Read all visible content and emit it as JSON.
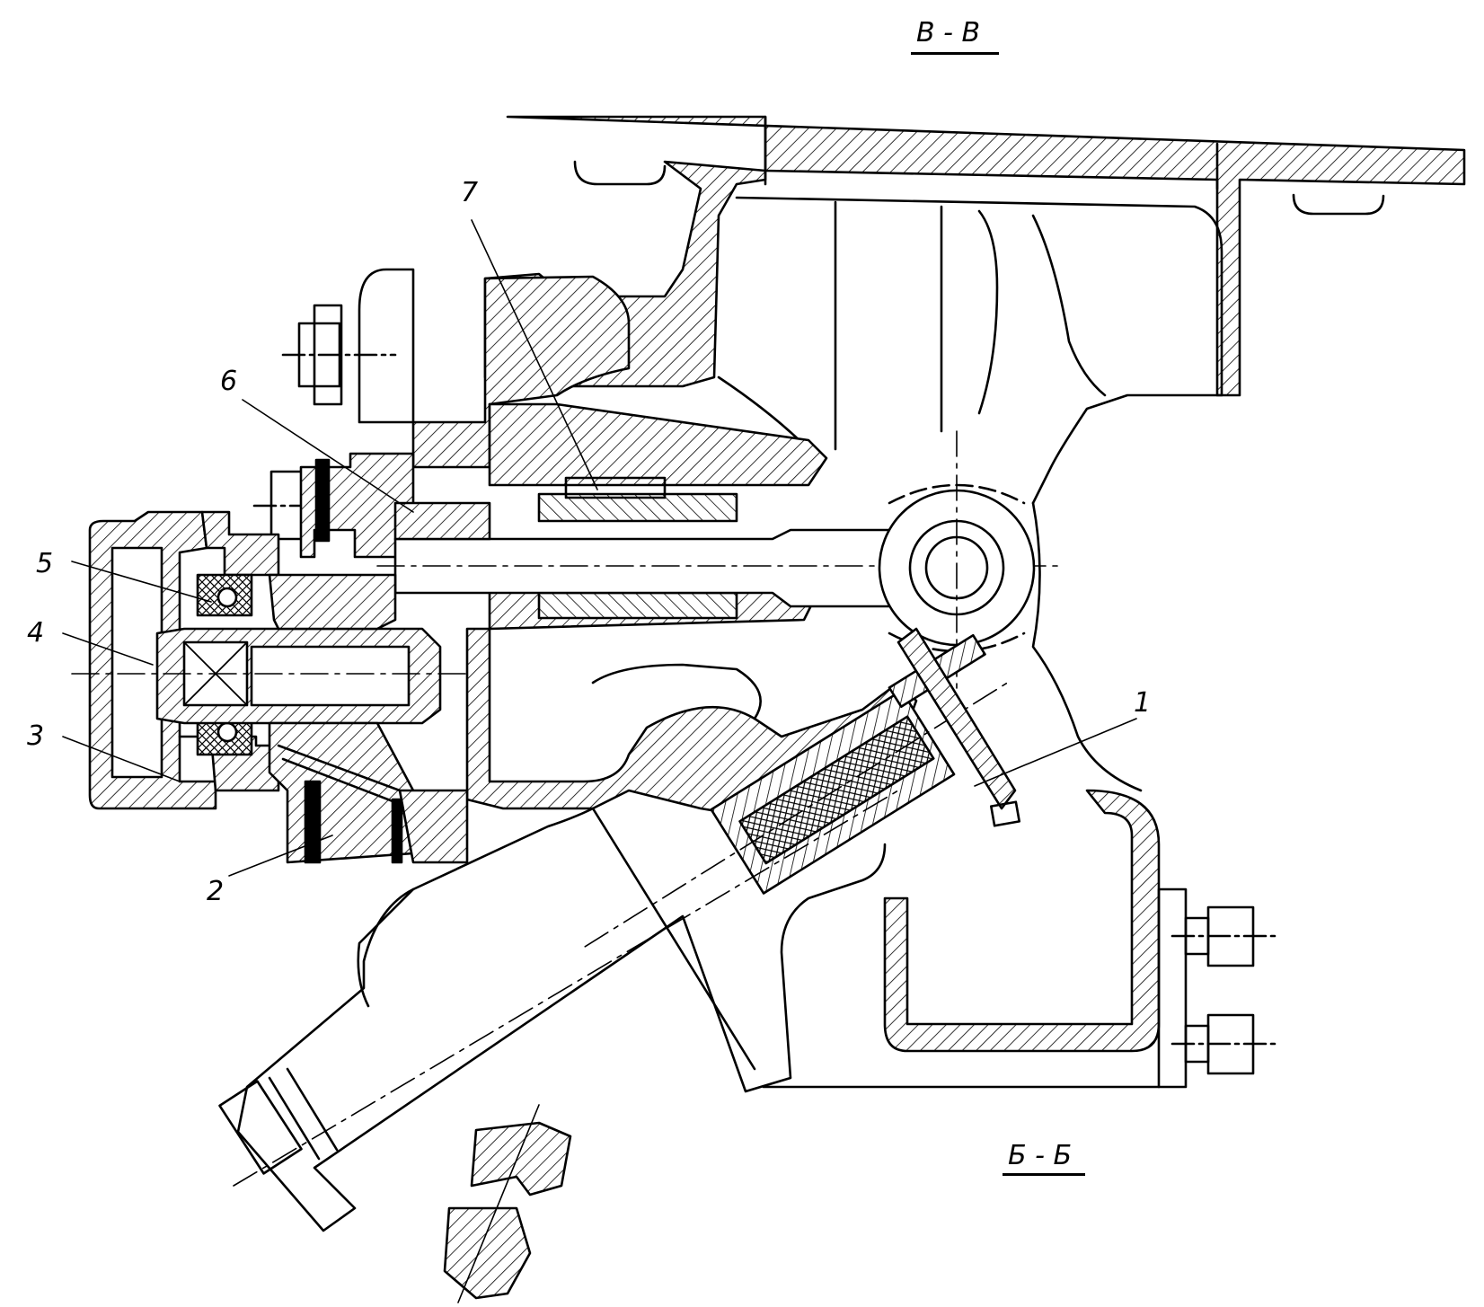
{
  "section_labels": {
    "top": "B - B",
    "bottom": "Б - Б"
  },
  "callouts": [
    "1",
    "2",
    "3",
    "4",
    "5",
    "6",
    "7"
  ],
  "colors": {
    "ink": "#000000",
    "paper": "#ffffff"
  }
}
